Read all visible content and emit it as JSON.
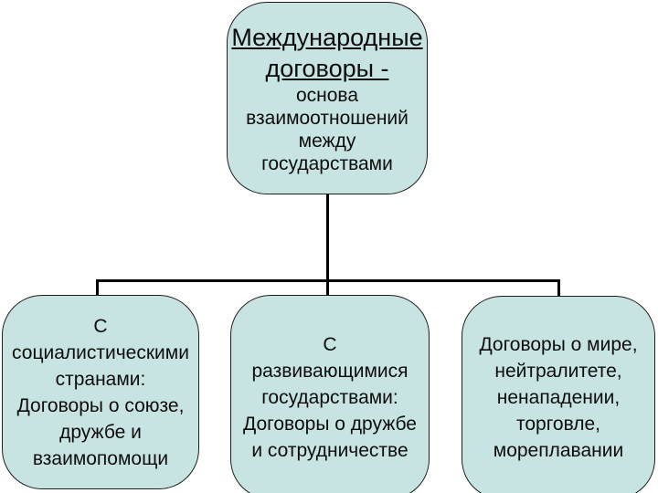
{
  "colors": {
    "background": "#ffffff",
    "box_fill": "#c8e4e2",
    "box_border": "#1f1f1f",
    "connector": "#000000",
    "text": "#0d0d0d"
  },
  "nodes": {
    "root": {
      "title": "Международные\nдоговоры -",
      "subtitle": "основа\nвзаимоотношений\nмежду\nгосударствами"
    },
    "children": [
      {
        "text": "С\nсоциалистическими\nстранами:\nДоговоры о союзе,\nдружбе и\nвзаимопомощи"
      },
      {
        "text": "С\nразвивающимися\nгосударствами:\nДоговоры о дружбе\nи сотрудничестве"
      },
      {
        "text": "Договоры о мире,\nнейтралитете,\nненападении,\nторговле,\nмореплавании"
      }
    ]
  }
}
